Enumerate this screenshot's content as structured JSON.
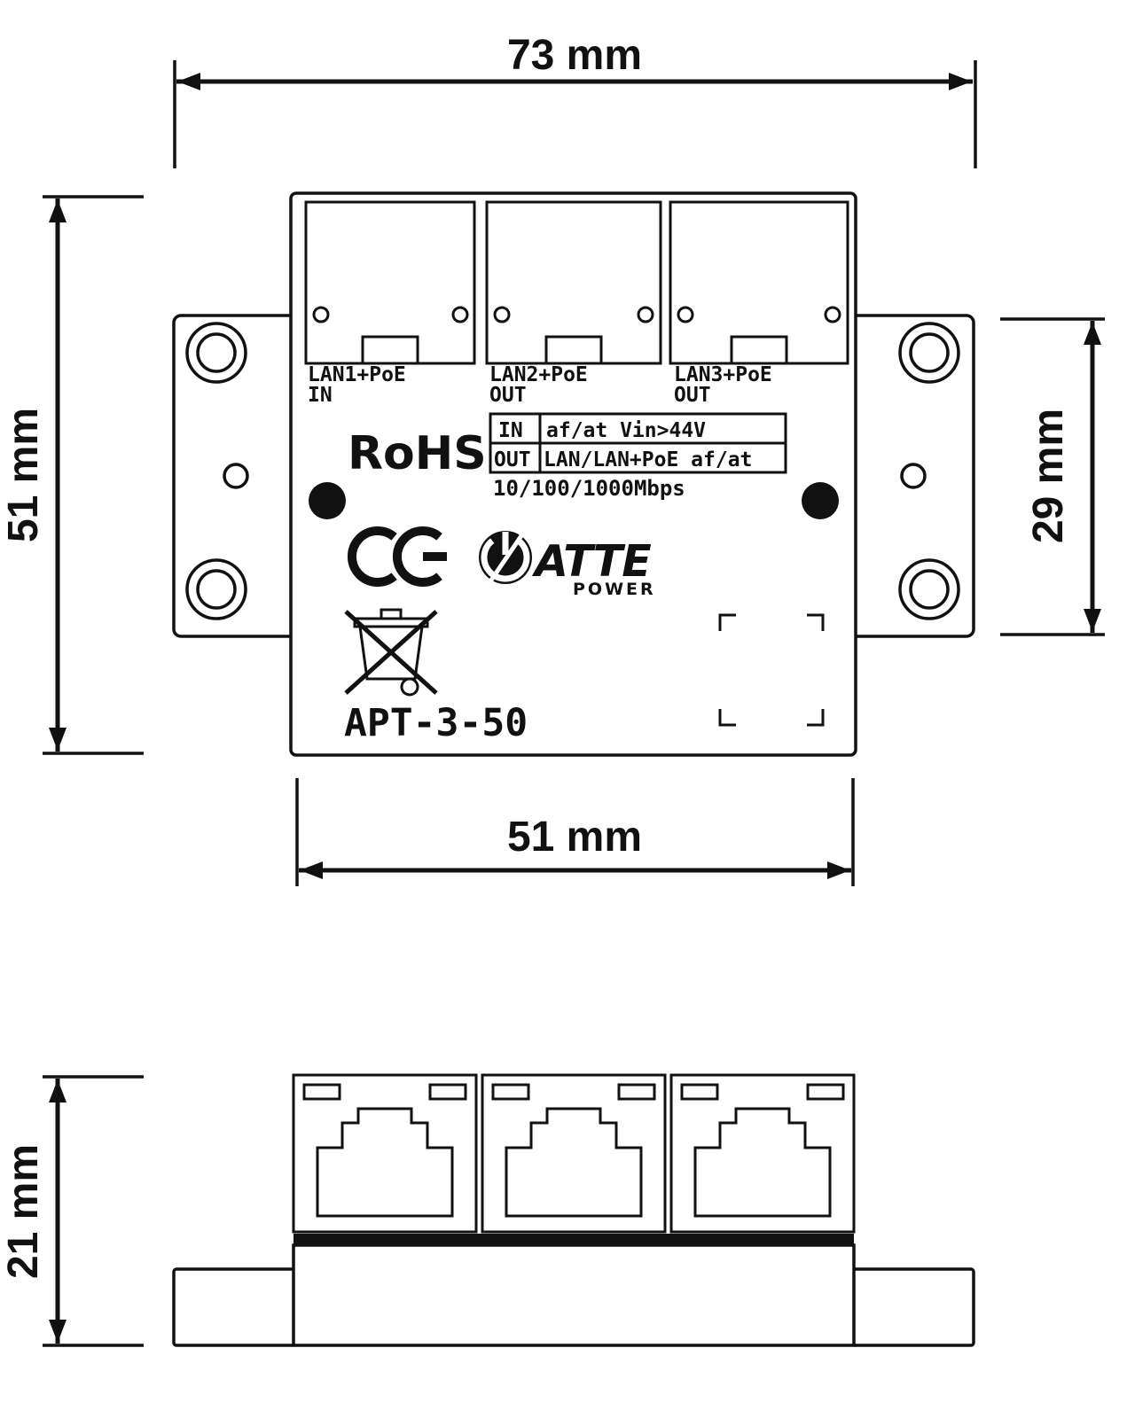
{
  "dimensions": {
    "top_width": "73 mm",
    "left_height": "51 mm",
    "right_flange_height": "29 mm",
    "body_width": "51 mm",
    "front_height": "21 mm"
  },
  "top_view": {
    "ports": [
      {
        "label": "LAN1+PoE",
        "direction": "IN"
      },
      {
        "label": "LAN2+PoE",
        "direction": "OUT"
      },
      {
        "label": "LAN3+PoE",
        "direction": "OUT"
      }
    ],
    "spec_table": {
      "rows": [
        {
          "key": "IN",
          "value": "af/at Vin>44V"
        },
        {
          "key": "OUT",
          "value": "LAN/LAN+PoE af/at"
        }
      ]
    },
    "speed": "10/100/1000Mbps",
    "certifications": {
      "rohs": "RoHS",
      "ce": "CE"
    },
    "brand": {
      "name": "ATTE",
      "sub": "POWER"
    },
    "model": "APT-3-50"
  },
  "icons": {
    "ce_mark": "ce-mark-icon",
    "weee": "weee-crossed-bin-icon",
    "power": "power-symbol-icon"
  },
  "colors": {
    "line": "#111111",
    "background": "#ffffff"
  }
}
